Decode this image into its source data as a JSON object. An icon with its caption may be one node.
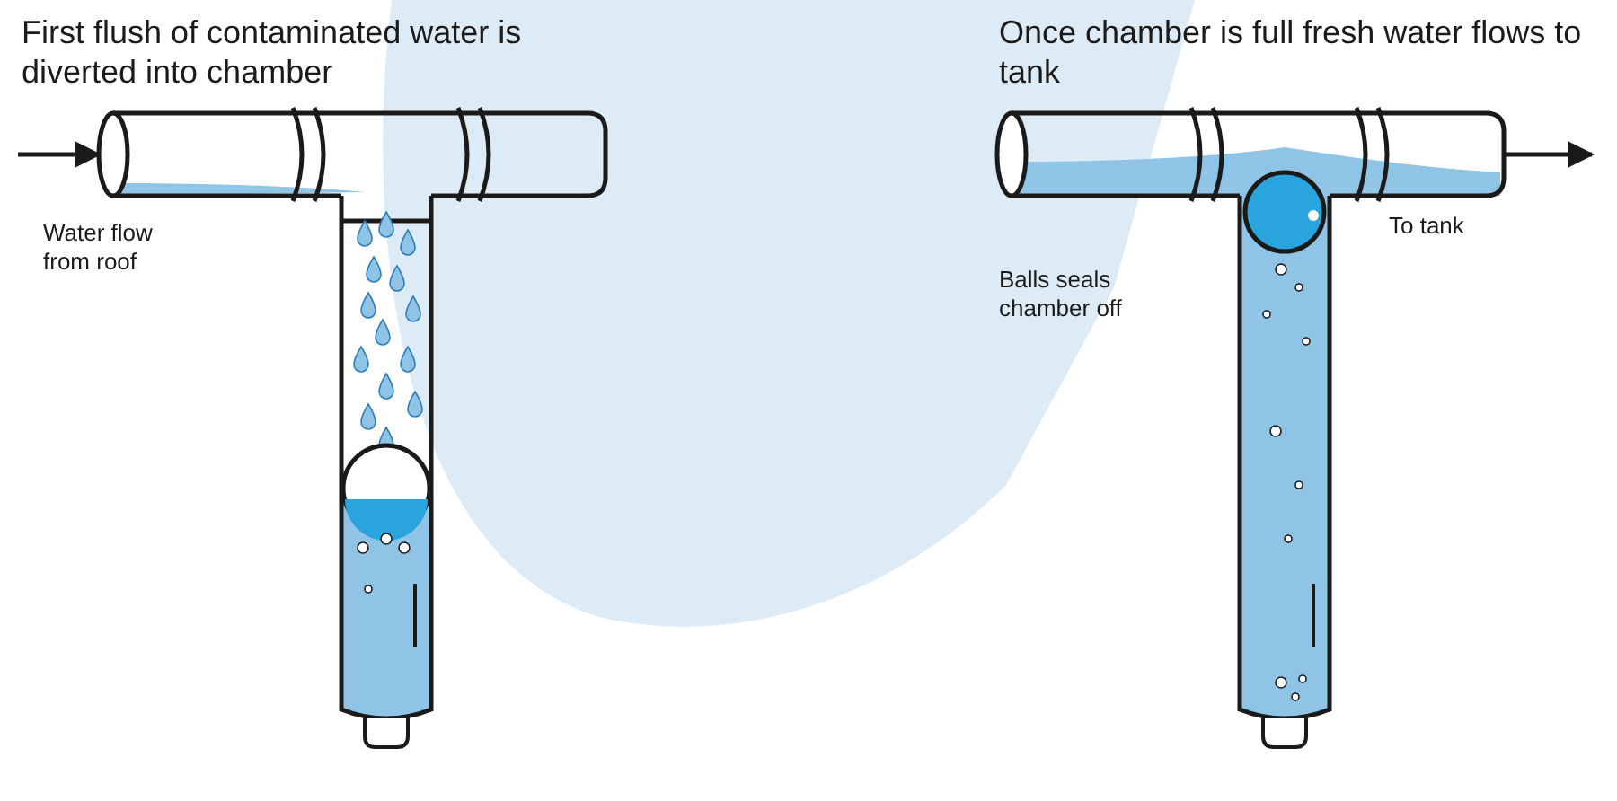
{
  "diagram": {
    "nodes": [
      {
        "text": [],
        "shape": "picture"
      },
      {
        "text": [],
        "shape": "picture"
      }
    ],
    "edges": [
      {
        "from": null,
        "to": 0,
        "arrow": "to"
      },
      {
        "from": 1,
        "to": null,
        "arrow": "to"
      }
    ],
    "labels": [
      "First flush of contaminated water is diverted into chamber",
      "Once chamber is full fresh water flows to tank",
      "Water flow from roof",
      "Balls seals chamber off",
      "To tank"
    ]
  }
}
